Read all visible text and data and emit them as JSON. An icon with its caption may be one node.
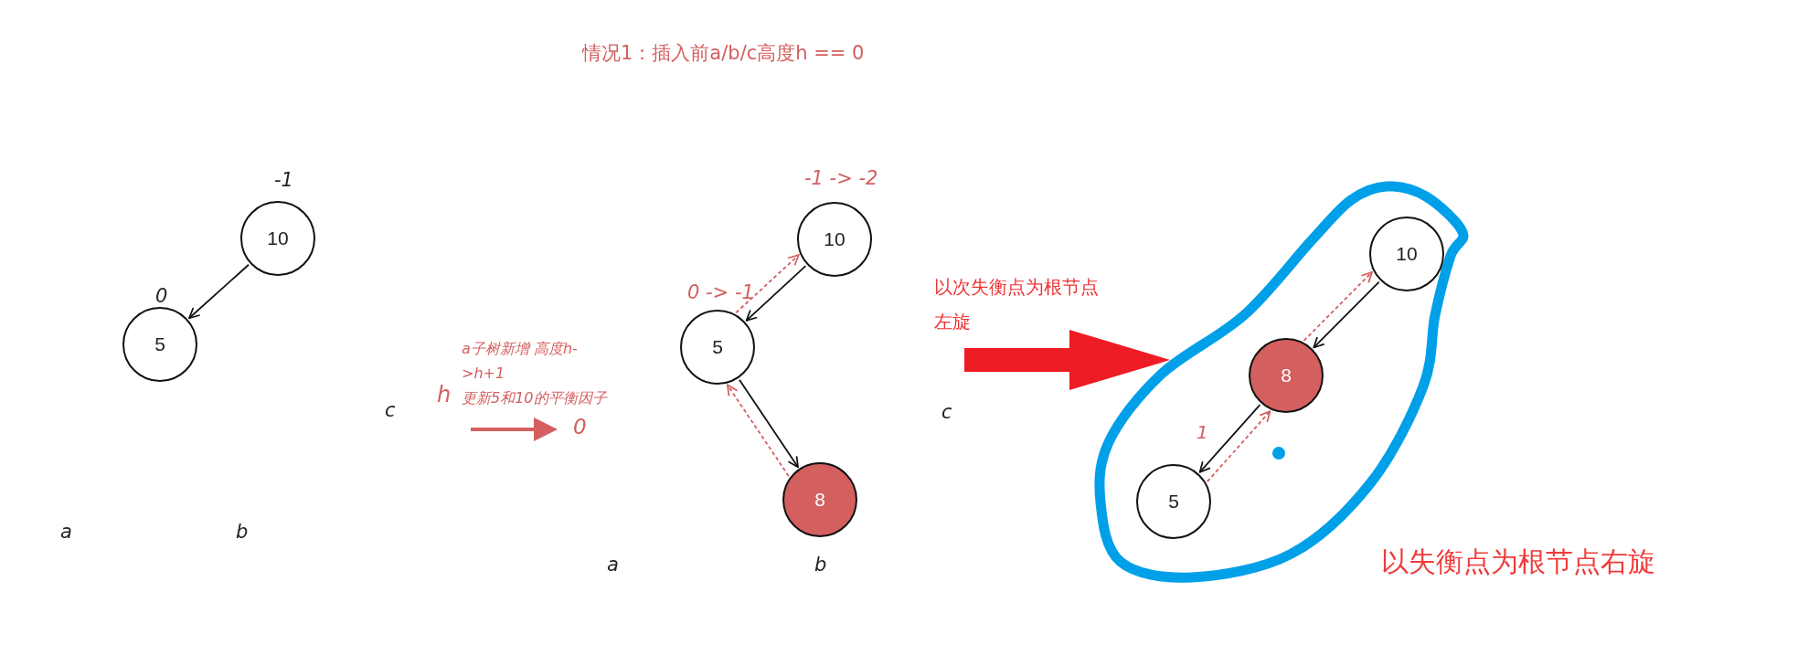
{
  "diagram": {
    "nodes": [
      {
        "text": [
          "10"
        ],
        "beside": [
          "-1"
        ]
      },
      {
        "text": [
          "5"
        ],
        "beside": [
          "0"
        ]
      },
      {
        "text": [
          "10"
        ],
        "beside": [
          "-1 -> -2"
        ]
      },
      {
        "text": [
          "5"
        ],
        "beside": [
          "0 -> -1"
        ]
      },
      {
        "text": [
          "8"
        ]
      },
      {
        "text": [],
        "shape": "cloud"
      },
      {
        "text": [
          "10"
        ],
        "in": 5
      },
      {
        "text": [
          "8"
        ],
        "in": 5
      },
      {
        "text": [
          "5"
        ],
        "in": 5
      }
    ],
    "edges": [
      {
        "from": 0,
        "to": 1,
        "arrow": "to"
      },
      {
        "from": 2,
        "to": 3,
        "arrow": "to"
      },
      {
        "from": 3,
        "to": 4,
        "arrow": "to"
      },
      {
        "from": 4,
        "to": 3,
        "arrow": "to",
        "style": "dashed",
        "color": "#d35f5f"
      },
      {
        "from": 3,
        "to": 2,
        "arrow": "to",
        "style": "dashed",
        "color": "#d35f5f"
      },
      {
        "from": 6,
        "to": 7,
        "arrow": "to"
      },
      {
        "from": 7,
        "to": 8,
        "arrow": "to"
      },
      {
        "from": 7,
        "to": 6,
        "arrow": "to",
        "style": "dashed",
        "color": "#d35f5f"
      },
      {
        "from": 8,
        "to": 7,
        "arrow": "to",
        "style": "dashed",
        "color": "#d35f5f"
      },
      {
        "from": null,
        "to": 5,
        "arrow": "to",
        "style": "thick",
        "color": "#ed1c24"
      }
    ],
    "labels": [
      "情况1：插入前a/b/c高度h == 0",
      "以次失衡点为根节点左旋",
      "a子树新增 高度h->h+1 更新5和10的平衡因子",
      "h",
      "c",
      "0",
      "c",
      "1",
      "a",
      "b",
      "以失衡点为根节点右旋",
      "a",
      "b"
    ]
  }
}
